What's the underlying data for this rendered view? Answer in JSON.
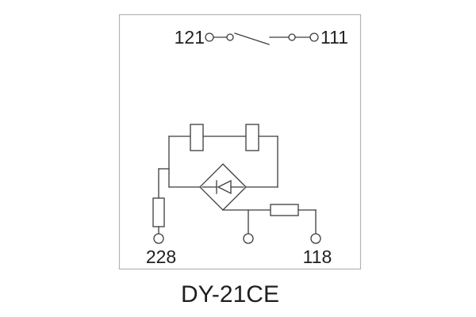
{
  "diagram": {
    "caption": "DY-21CE",
    "terminals": {
      "top_left": "121",
      "top_right": "111",
      "bottom_left": "228",
      "bottom_right": "118"
    },
    "colors": {
      "line": "#3c3c3c",
      "border": "#b3b3b3",
      "text": "#1f1f1f",
      "background": "#ffffff"
    }
  }
}
